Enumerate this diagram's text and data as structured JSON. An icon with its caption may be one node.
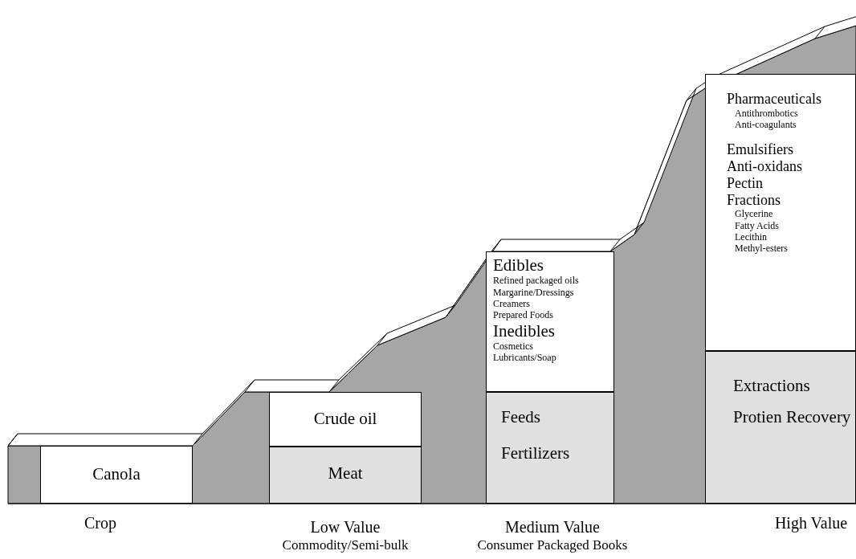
{
  "diagram": {
    "nodes": [
      {
        "text": [
          "Canola"
        ]
      },
      {
        "text": [
          "Crude oil"
        ]
      },
      {
        "text": [
          "Meat"
        ]
      },
      {
        "text": [
          "Edibles",
          "Refined packaged oils",
          "Margarine/Dressings",
          "Creamers",
          "Prepared Foods",
          "Inedibles",
          "Cosmetics",
          "Lubricants/Soap"
        ]
      },
      {
        "text": [
          "Feeds",
          "Fertilizers"
        ]
      },
      {
        "text": [
          "Pharmaceuticals",
          "Antithrombotics",
          "Anti-coagulants",
          "Emulsifiers",
          "Anti-oxidans",
          "Pectin",
          "Fractions",
          "Glycerine",
          "Fatty Acids",
          "Lecithin",
          "Methyl-esters"
        ]
      },
      {
        "text": [
          "Extractions",
          "Protien Recovery"
        ]
      }
    ],
    "labels": [
      "Crop",
      "Low Value",
      "Commodity/Semi-bulk",
      "Medium Value",
      "Consumer Packaged Books",
      "High Value"
    ]
  }
}
